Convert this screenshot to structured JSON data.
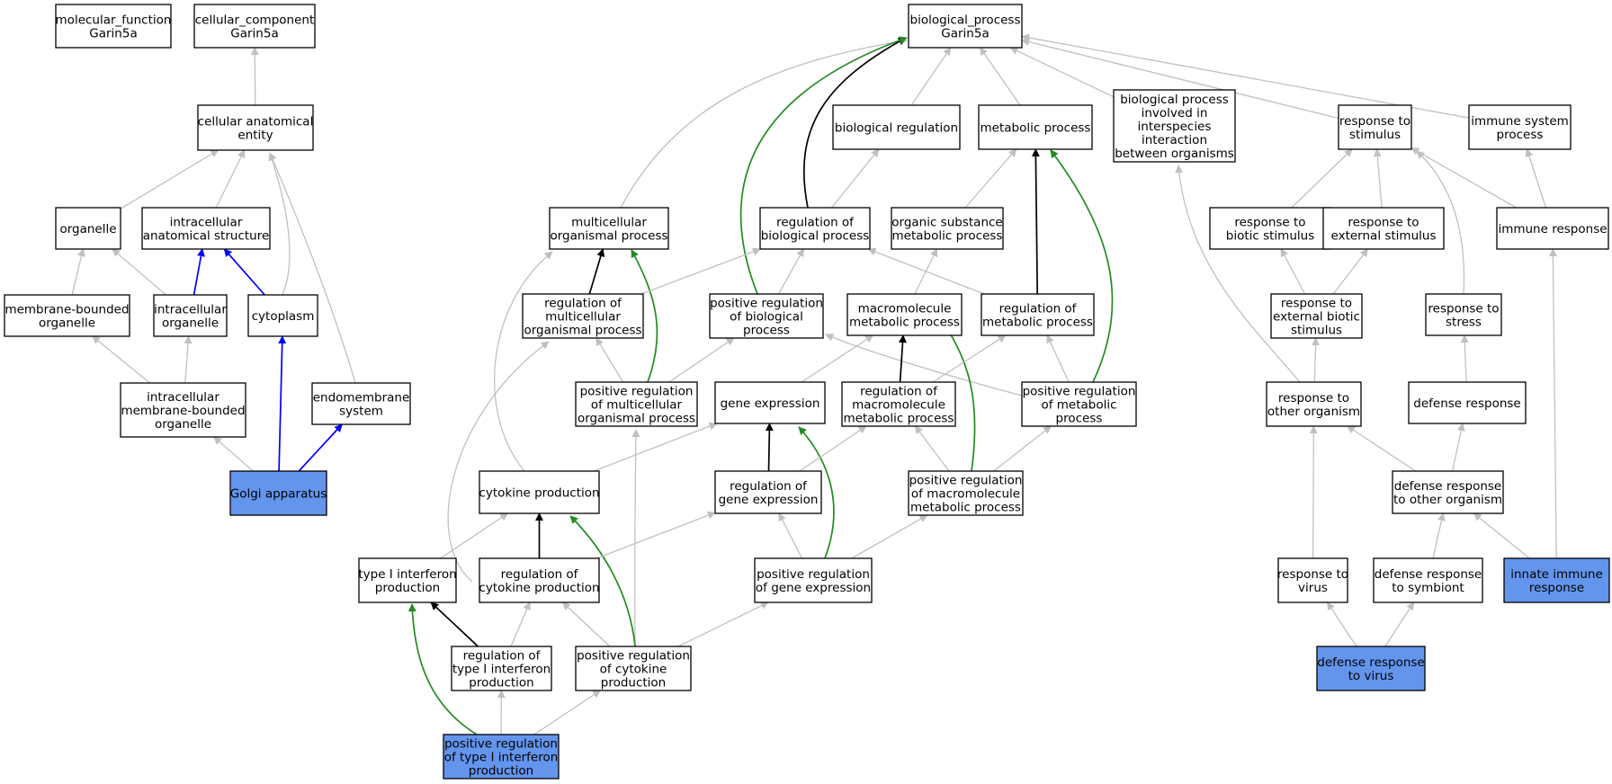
{
  "colors": {
    "highlight": "#6495ed",
    "is_a": "#c0c0c0",
    "regulates": "#000000",
    "positively_regulates": "#228b22",
    "part_of": "#0000ff"
  },
  "nodes": [
    {
      "id": "mf",
      "lines": [
        "molecular_function",
        "Garin5a"
      ]
    },
    {
      "id": "cc",
      "lines": [
        "cellular_component",
        "Garin5a"
      ]
    },
    {
      "id": "bp",
      "lines": [
        "biological_process",
        "Garin5a"
      ]
    },
    {
      "id": "cae",
      "lines": [
        "cellular anatomical",
        "entity"
      ]
    },
    {
      "id": "organelle",
      "lines": [
        "organelle"
      ]
    },
    {
      "id": "ias",
      "lines": [
        "intracellular",
        "anatomical structure"
      ]
    },
    {
      "id": "mbo",
      "lines": [
        "membrane-bounded",
        "organelle"
      ]
    },
    {
      "id": "io",
      "lines": [
        "intracellular",
        "organelle"
      ]
    },
    {
      "id": "cytoplasm",
      "lines": [
        "cytoplasm"
      ]
    },
    {
      "id": "imbo",
      "lines": [
        "intracellular",
        "membrane-bounded",
        "organelle"
      ]
    },
    {
      "id": "endo",
      "lines": [
        "endomembrane",
        "system"
      ]
    },
    {
      "id": "golgi",
      "lines": [
        "Golgi apparatus"
      ],
      "highlight": true
    },
    {
      "id": "bioreg",
      "lines": [
        "biological regulation"
      ]
    },
    {
      "id": "metab",
      "lines": [
        "metabolic process"
      ]
    },
    {
      "id": "interspecies",
      "lines": [
        "biological process",
        "involved in",
        "interspecies",
        "interaction",
        "between organisms"
      ]
    },
    {
      "id": "rts",
      "lines": [
        "response to",
        "stimulus"
      ]
    },
    {
      "id": "isp",
      "lines": [
        "immune system",
        "process"
      ]
    },
    {
      "id": "mop",
      "lines": [
        "multicellular",
        "organismal process"
      ]
    },
    {
      "id": "regbp",
      "lines": [
        "regulation of",
        "biological process"
      ]
    },
    {
      "id": "osmp",
      "lines": [
        "organic substance",
        "metabolic process"
      ]
    },
    {
      "id": "rtbs",
      "lines": [
        "response to",
        "biotic stimulus"
      ]
    },
    {
      "id": "rtes",
      "lines": [
        "response to",
        "external stimulus"
      ]
    },
    {
      "id": "ir",
      "lines": [
        "immune response"
      ]
    },
    {
      "id": "regmop",
      "lines": [
        "regulation of",
        "multicellular",
        "organismal process"
      ]
    },
    {
      "id": "posregbp",
      "lines": [
        "positive regulation",
        "of biological",
        "process"
      ]
    },
    {
      "id": "mmp",
      "lines": [
        "macromolecule",
        "metabolic process"
      ]
    },
    {
      "id": "regmp",
      "lines": [
        "regulation of",
        "metabolic process"
      ]
    },
    {
      "id": "rtebs",
      "lines": [
        "response to",
        "external biotic",
        "stimulus"
      ]
    },
    {
      "id": "rtstress",
      "lines": [
        "response to",
        "stress"
      ]
    },
    {
      "id": "posregmop",
      "lines": [
        "positive regulation",
        "of multicellular",
        "organismal process"
      ]
    },
    {
      "id": "ge",
      "lines": [
        "gene expression"
      ]
    },
    {
      "id": "regmmp",
      "lines": [
        "regulation of",
        "macromolecule",
        "metabolic process"
      ]
    },
    {
      "id": "posregmp",
      "lines": [
        "positive regulation",
        "of metabolic",
        "process"
      ]
    },
    {
      "id": "rtoo",
      "lines": [
        "response to",
        "other organism"
      ]
    },
    {
      "id": "defresp",
      "lines": [
        "defense response"
      ]
    },
    {
      "id": "cp",
      "lines": [
        "cytokine production"
      ]
    },
    {
      "id": "regge",
      "lines": [
        "regulation of",
        "gene expression"
      ]
    },
    {
      "id": "posregmmp",
      "lines": [
        "positive regulation",
        "of macromolecule",
        "metabolic process"
      ]
    },
    {
      "id": "drtoo",
      "lines": [
        "defense response",
        "to other organism"
      ]
    },
    {
      "id": "t1ifn",
      "lines": [
        "type I interferon",
        "production"
      ]
    },
    {
      "id": "regcp",
      "lines": [
        "regulation of",
        "cytokine production"
      ]
    },
    {
      "id": "posregge",
      "lines": [
        "positive regulation",
        "of gene expression"
      ]
    },
    {
      "id": "rtv",
      "lines": [
        "response to",
        "virus"
      ]
    },
    {
      "id": "drts",
      "lines": [
        "defense response",
        "to symbiont"
      ]
    },
    {
      "id": "iir",
      "lines": [
        "innate immune",
        "response"
      ],
      "highlight": true
    },
    {
      "id": "regt1",
      "lines": [
        "regulation of",
        "type I interferon",
        "production"
      ]
    },
    {
      "id": "posregcp",
      "lines": [
        "positive regulation",
        "of cytokine",
        "production"
      ]
    },
    {
      "id": "drtv",
      "lines": [
        "defense response",
        "to virus"
      ],
      "highlight": true
    },
    {
      "id": "posregt1",
      "lines": [
        "positive regulation",
        "of type I interferon",
        "production"
      ],
      "highlight": true
    }
  ],
  "edges": [
    [
      "cae",
      "cc",
      "is_a"
    ],
    [
      "organelle",
      "cae",
      "is_a"
    ],
    [
      "ias",
      "cae",
      "is_a"
    ],
    [
      "cytoplasm",
      "cae",
      "is_a"
    ],
    [
      "endo",
      "cae",
      "is_a"
    ],
    [
      "mbo",
      "organelle",
      "is_a"
    ],
    [
      "io",
      "organelle",
      "is_a"
    ],
    [
      "io",
      "ias",
      "part_of"
    ],
    [
      "cytoplasm",
      "ias",
      "part_of"
    ],
    [
      "imbo",
      "mbo",
      "is_a"
    ],
    [
      "imbo",
      "io",
      "is_a"
    ],
    [
      "golgi",
      "imbo",
      "is_a"
    ],
    [
      "golgi",
      "cytoplasm",
      "part_of"
    ],
    [
      "golgi",
      "endo",
      "part_of"
    ],
    [
      "bioreg",
      "bp",
      "is_a"
    ],
    [
      "metab",
      "bp",
      "is_a"
    ],
    [
      "interspecies",
      "bp",
      "is_a"
    ],
    [
      "rts",
      "bp",
      "is_a"
    ],
    [
      "isp",
      "bp",
      "is_a"
    ],
    [
      "mop",
      "bp",
      "is_a"
    ],
    [
      "regbp",
      "bp",
      "regulates"
    ],
    [
      "posregbp",
      "bp",
      "positively_regulates"
    ],
    [
      "regbp",
      "bioreg",
      "is_a"
    ],
    [
      "osmp",
      "metab",
      "is_a"
    ],
    [
      "regmp",
      "metab",
      "regulates"
    ],
    [
      "posregmp",
      "metab",
      "positively_regulates"
    ],
    [
      "rtoo",
      "interspecies",
      "is_a"
    ],
    [
      "rtbs",
      "rts",
      "is_a"
    ],
    [
      "rtes",
      "rts",
      "is_a"
    ],
    [
      "rtstress",
      "rts",
      "is_a"
    ],
    [
      "ir",
      "rts",
      "is_a"
    ],
    [
      "ir",
      "isp",
      "is_a"
    ],
    [
      "regmop",
      "mop",
      "regulates"
    ],
    [
      "posregmop",
      "mop",
      "positively_regulates"
    ],
    [
      "cp",
      "mop",
      "is_a"
    ],
    [
      "regmop",
      "regbp",
      "is_a"
    ],
    [
      "posregbp",
      "regbp",
      "is_a"
    ],
    [
      "regmp",
      "regbp",
      "is_a"
    ],
    [
      "mmp",
      "osmp",
      "is_a"
    ],
    [
      "rtebs",
      "rtbs",
      "is_a"
    ],
    [
      "rtebs",
      "rtes",
      "is_a"
    ],
    [
      "iir",
      "ir",
      "is_a"
    ],
    [
      "posregmop",
      "regmop",
      "is_a"
    ],
    [
      "regcp",
      "regmop",
      "is_a"
    ],
    [
      "posregmop",
      "posregbp",
      "is_a"
    ],
    [
      "posregmp",
      "posregbp",
      "is_a"
    ],
    [
      "regmmp",
      "mmp",
      "regulates"
    ],
    [
      "posregmmp",
      "mmp",
      "positively_regulates"
    ],
    [
      "ge",
      "mmp",
      "is_a"
    ],
    [
      "regmmp",
      "regmp",
      "is_a"
    ],
    [
      "posregmp",
      "regmp",
      "is_a"
    ],
    [
      "rtoo",
      "rtebs",
      "is_a"
    ],
    [
      "defresp",
      "rtstress",
      "is_a"
    ],
    [
      "posregcp",
      "posregmop",
      "is_a"
    ],
    [
      "regge",
      "ge",
      "regulates"
    ],
    [
      "posregge",
      "ge",
      "positively_regulates"
    ],
    [
      "cp",
      "ge",
      "is_a"
    ],
    [
      "regge",
      "regmmp",
      "is_a"
    ],
    [
      "posregmmp",
      "regmmp",
      "is_a"
    ],
    [
      "posregmmp",
      "posregmp",
      "is_a"
    ],
    [
      "drtoo",
      "rtoo",
      "is_a"
    ],
    [
      "rtv",
      "rtoo",
      "is_a"
    ],
    [
      "drtoo",
      "defresp",
      "is_a"
    ],
    [
      "t1ifn",
      "cp",
      "is_a"
    ],
    [
      "regcp",
      "cp",
      "regulates"
    ],
    [
      "posregcp",
      "cp",
      "positively_regulates"
    ],
    [
      "regcp",
      "regge",
      "is_a"
    ],
    [
      "posregge",
      "regge",
      "is_a"
    ],
    [
      "posregge",
      "posregmmp",
      "is_a"
    ],
    [
      "drts",
      "drtoo",
      "is_a"
    ],
    [
      "iir",
      "drtoo",
      "is_a"
    ],
    [
      "regt1",
      "t1ifn",
      "regulates"
    ],
    [
      "posregt1",
      "t1ifn",
      "positively_regulates"
    ],
    [
      "regt1",
      "regcp",
      "is_a"
    ],
    [
      "posregcp",
      "regcp",
      "is_a"
    ],
    [
      "posregcp",
      "posregge",
      "is_a"
    ],
    [
      "drtv",
      "rtv",
      "is_a"
    ],
    [
      "drtv",
      "drts",
      "is_a"
    ],
    [
      "posregt1",
      "regt1",
      "is_a"
    ],
    [
      "posregt1",
      "posregcp",
      "is_a"
    ]
  ]
}
